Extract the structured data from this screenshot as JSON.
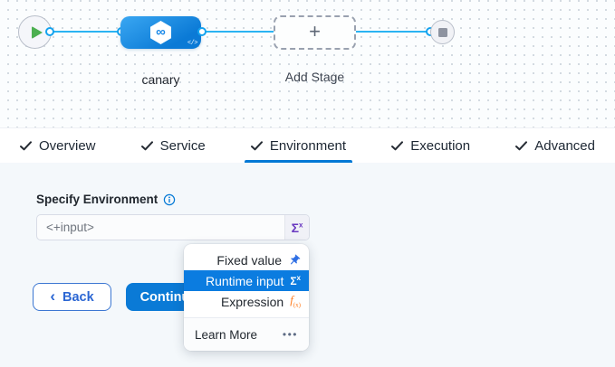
{
  "canvas": {
    "stage": {
      "label": "canary",
      "code_badge": "</>",
      "infinity_symbol": "∞"
    },
    "add_stage": {
      "label": "Add Stage",
      "plus": "+"
    }
  },
  "tabs": {
    "items": [
      {
        "label": "Overview",
        "checked": true,
        "active": false
      },
      {
        "label": "Service",
        "checked": true,
        "active": false
      },
      {
        "label": "Environment",
        "checked": true,
        "active": true
      },
      {
        "label": "Execution",
        "checked": true,
        "active": false
      },
      {
        "label": "Advanced",
        "checked": true,
        "active": false
      }
    ]
  },
  "form": {
    "label": "Specify Environment",
    "input_value": "<+input>",
    "sigma": "Σ",
    "sigma_sup": "x"
  },
  "menu": {
    "items": [
      {
        "label": "Fixed value",
        "icon": "pin-icon",
        "selected": false
      },
      {
        "label": "Runtime input",
        "icon": "sigma-icon",
        "selected": true
      },
      {
        "label": "Expression",
        "icon": "fx-icon",
        "selected": false
      }
    ],
    "sigma": "Σ",
    "sigma_sup": "x",
    "fx_main": "f",
    "fx_sub": "(x)",
    "footer_label": "Learn More",
    "footer_dots": "•••"
  },
  "actions": {
    "back_chevron": "‹",
    "back": "Back",
    "continue": "Continue"
  },
  "colors": {
    "primary_blue": "#0278d5",
    "edge_blue": "#2bb3f2",
    "sigma_purple": "#6938c0",
    "expression_orange": "#ff7b1c",
    "pin_blue": "#2f6fe4",
    "play_green": "#4caf50",
    "node_gradient_start": "#3aa7f2",
    "node_gradient_end": "#0b7ad6"
  }
}
